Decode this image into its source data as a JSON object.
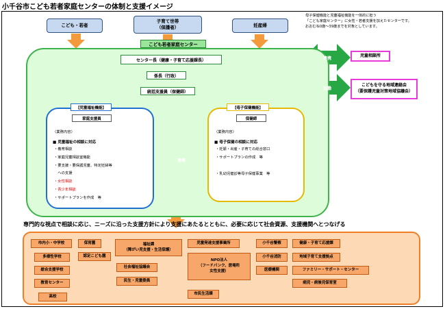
{
  "title": "小千谷市こども若者家庭センターの体制と支援イメージ",
  "top_boxes": {
    "children_youth": "こども・若者",
    "child_rearing": [
      "子育て世帯",
      "（保護者）"
    ],
    "pregnant": "妊産婦"
  },
  "note": [
    "母子保健機能と児童福祉機能を一体的に担う",
    "「こども家庭センター」に女性・若者支援を加えたセンターです。",
    "おおむね0歳～39歳までを対象としています。"
  ],
  "center": {
    "name": "こども若者家庭センター",
    "director": "センター長（健康・子育て応援課長）",
    "section_chief": "係長（行政）",
    "coordinator": "統括支援員（保健師）"
  },
  "external": {
    "link_label_1": "連携",
    "jidou_soudanjo": "児童相談所",
    "link_label_2": "協働",
    "council": [
      "こどもを守る地域連絡会",
      "（要保護児童対策地域協議会）"
    ]
  },
  "welfare_panel": {
    "title": "【児童福祉機能】",
    "staff": "家庭支援員",
    "work_heading": "〈業務内容〉",
    "main_item": "■ 児童福祉の相談に対応",
    "items": [
      "・養育相談",
      "・家庭児童相談室機能",
      "・要支援・要保護児童、特定妊婦等",
      "　への支援",
      "・女性相談",
      "・青少年相談",
      "・サポートプランを作成　等"
    ]
  },
  "maternal_panel": {
    "title": "【母子保健機能】",
    "staff": "保健師",
    "work_heading": "〈業務内容〉",
    "main_item": "■ 母子保健の相談に対応",
    "items": [
      "・妊娠・出産・子育ての総合窓口",
      "・サポートプランの作成　等",
      "・乳幼児健診等母子保健事業　等"
    ]
  },
  "middle_link": "連携",
  "bottom_caption": "専門的な視点で相談に応じ、ニーズに沿った支援方針により支援にあたるとともに、必要に応じて社会資源、支援機関へとつなげる",
  "resources": {
    "schools": "市内小・中学校",
    "tayousei": "多様性学校",
    "sougou": "総合支援学校",
    "kyouiku": "教育センター",
    "koukou": "高校",
    "hoikuen": "保育園",
    "nintei": "認定こども園",
    "fukushika": [
      "福祉課",
      "（障がい児支援・生活保護）"
    ],
    "shakyo": "社会福祉協議会",
    "minsei": "民生・児童委員",
    "jidou_hattatsu": "児童発達支援事業所",
    "npo": [
      "NPO法人",
      "（フードバンク、居場所",
      "女性支援）"
    ],
    "shimin": "市民生活課",
    "keisatsu": "小千谷警察",
    "shoubou": "小千谷消防",
    "iryou": "医療機関",
    "kenkou": "健康・子育て応援課",
    "chiiki": "地域子育て支援拠点",
    "family": "ファミリー・サポート・センター",
    "byouji": "病児・病後児保育室"
  },
  "colors": {
    "top_box": "#c6d9f1",
    "orange_arrow": "#f39a3d",
    "green_area": "#ddfcd9",
    "green_arrow": "#28a745",
    "blue_panel": "#1f6fd1",
    "yellow_panel": "#e6b800",
    "pink_border": "#e83ad8",
    "orange_area": "#fdd9b6",
    "orange_box": "#f8a76b",
    "red_text": "#e00000"
  }
}
